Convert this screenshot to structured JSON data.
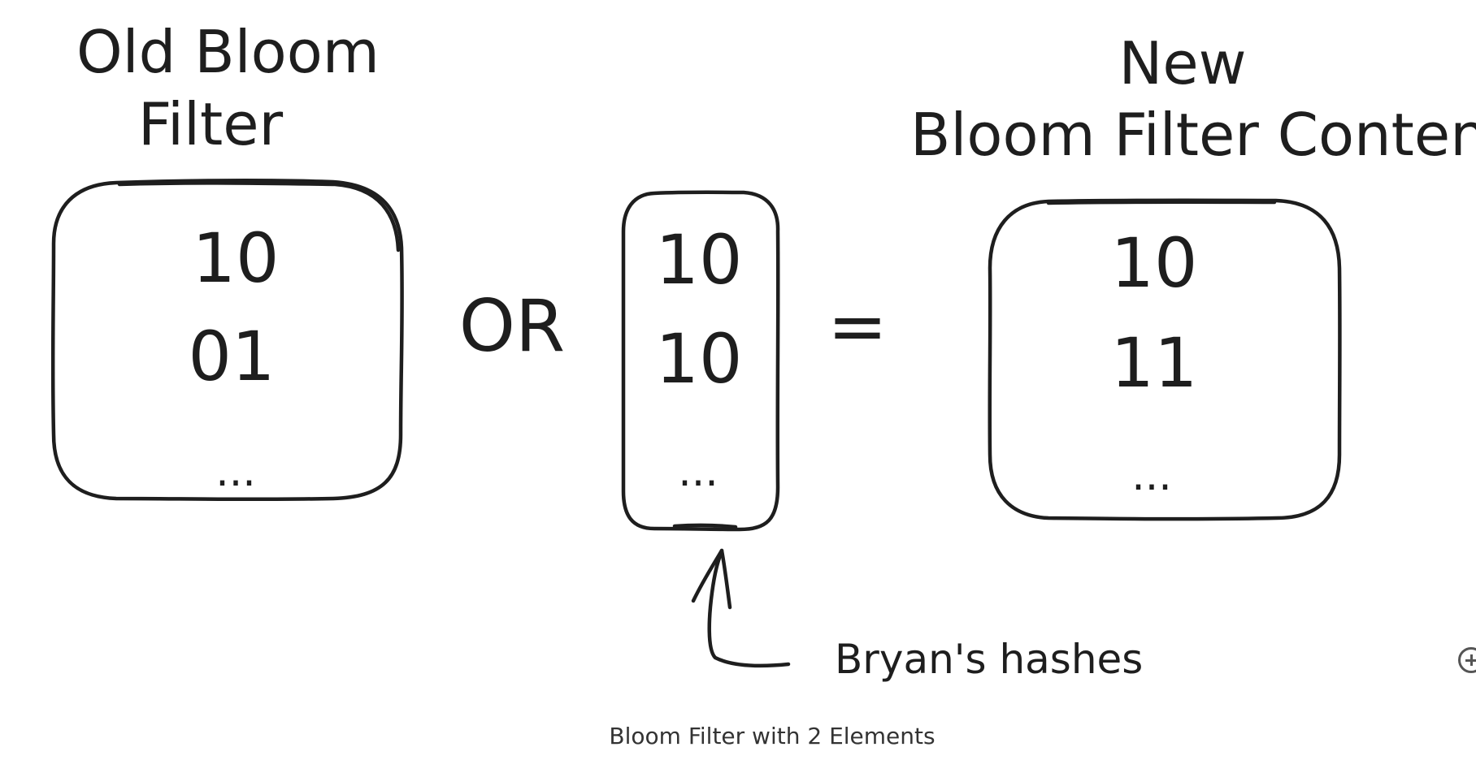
{
  "old_filter": {
    "title_line1": "Old Bloom",
    "title_line2": "Filter",
    "row1": "10",
    "row2": "01",
    "ellipsis": "..."
  },
  "operator_or": "OR",
  "hash_box": {
    "row1": "10",
    "row2": "10",
    "ellipsis": "..."
  },
  "operator_equals": "=",
  "new_filter": {
    "title_line1": "New",
    "title_line2": "Bloom Filter Contents",
    "row1": "10",
    "row2": "11",
    "ellipsis": "..."
  },
  "annotation": "Bryan's hashes",
  "caption": "Bloom Filter with 2 Elements",
  "icons": {
    "zoom": "zoom-in-icon"
  },
  "colors": {
    "ink": "#1e1e1e",
    "background": "#ffffff"
  }
}
